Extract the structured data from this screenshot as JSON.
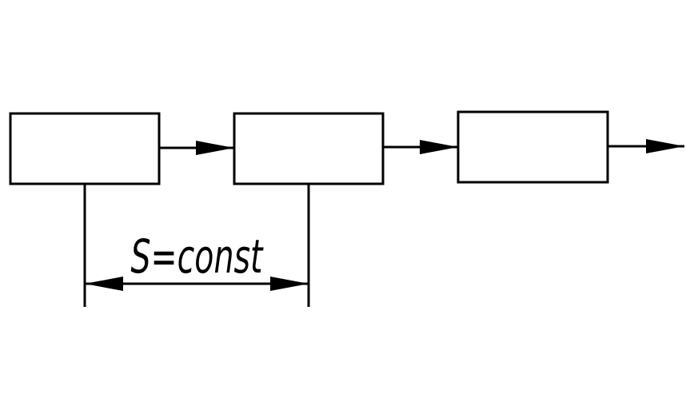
{
  "diagram": {
    "dimension_label": "S=const",
    "stroke_color": "#000000",
    "background_color": "#ffffff",
    "blocks": [
      {
        "id": "block-1"
      },
      {
        "id": "block-2"
      },
      {
        "id": "block-3"
      }
    ]
  }
}
